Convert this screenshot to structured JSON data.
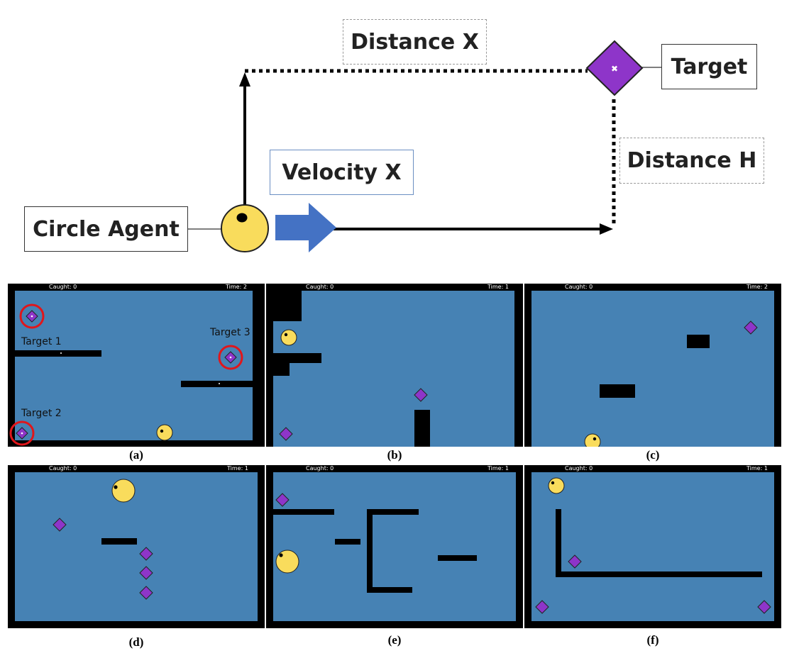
{
  "diagram": {
    "distance_x": "Distance X",
    "target": "Target",
    "distance_h": "Distance H",
    "velocity_x": "Velocity X",
    "circle_agent": "Circle Agent"
  },
  "colors": {
    "arena_bg": "#4682b4",
    "wall": "#000000",
    "agent": "#f9dc5c",
    "target": "#8e35c9",
    "velocity_arrow": "#4472c4",
    "highlight": "#e0161b"
  },
  "panels": [
    {
      "id": "a",
      "caption": "(a)",
      "caught": "Caught: 0",
      "time": "Time: 2",
      "target_labels": [
        "Target 1",
        "Target 2",
        "Target 3"
      ]
    },
    {
      "id": "b",
      "caption": "(b)",
      "caught": "Caught: 0",
      "time": "Time: 1"
    },
    {
      "id": "c",
      "caption": "(c)",
      "caught": "Caught: 0",
      "time": "Time: 2"
    },
    {
      "id": "d",
      "caption": "(d)",
      "caught": "Caught: 0",
      "time": "Time: 1"
    },
    {
      "id": "e",
      "caption": "(e)",
      "caught": "Caught: 0",
      "time": "Time: 1"
    },
    {
      "id": "f",
      "caption": "(f)",
      "caught": "Caught: 0",
      "time": "Time: 1"
    }
  ]
}
